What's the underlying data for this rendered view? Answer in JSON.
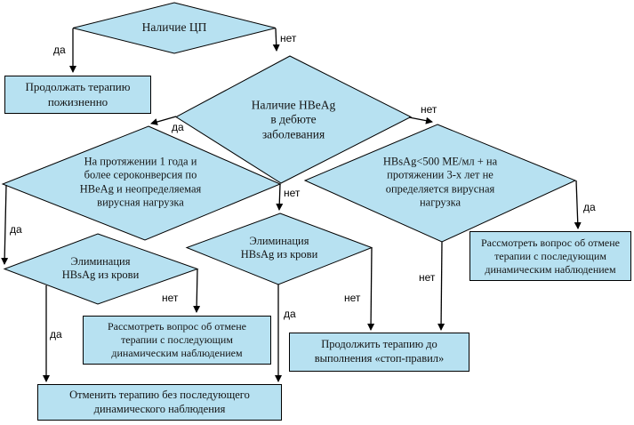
{
  "diagram": {
    "title_hint": "HBV therapy decision flowchart",
    "colors": {
      "node_fill": "#b7e1f1",
      "node_border": "#000000",
      "arrow": "#000000",
      "background": "#ffffff"
    },
    "nodes": {
      "d1": {
        "label": "Наличие ЦП"
      },
      "d2": {
        "label": "Наличие HBeAg\nв дебюте\nзаболевания"
      },
      "d3": {
        "label": "На протяжении 1 года и\nболее сероконверсия по\nHBeAg и неопределяемая\nвирусная нагрузка"
      },
      "d4": {
        "label": "HBsAg<500 МЕ/мл + на\nпротяжении 3-х лет не\nопределяется вирусная\nнагрузка"
      },
      "d5": {
        "label": "Элиминация\nHBsAg из крови"
      },
      "d6": {
        "label": "Элиминация\nHBsAg из крови"
      },
      "b1": {
        "label": "Продолжать терапию\nпожизненно"
      },
      "b2": {
        "label": "Рассмотреть вопрос об отмене\nтерапии с последующим\nдинамическим наблюдением"
      },
      "b3": {
        "label": "Рассмотреть вопрос об отмене\nтерапии с последующим\nдинамическим наблюдением"
      },
      "b4": {
        "label": "Продолжить терапию до\nвыполнения «стоп-правил»"
      },
      "b5": {
        "label": "Отменить терапию без последующего\nдинамического наблюдения"
      }
    },
    "edge_labels": {
      "d1_yes": "да",
      "d1_no": "нет",
      "d2_yes": "да",
      "d2_no": "нет",
      "d3_yes": "да",
      "d3_no": "нет",
      "d4_yes": "да",
      "d4_no": "нет",
      "d5_yes": "да",
      "d5_no": "нет",
      "d6_yes": "да",
      "d6_no": "нет"
    }
  }
}
